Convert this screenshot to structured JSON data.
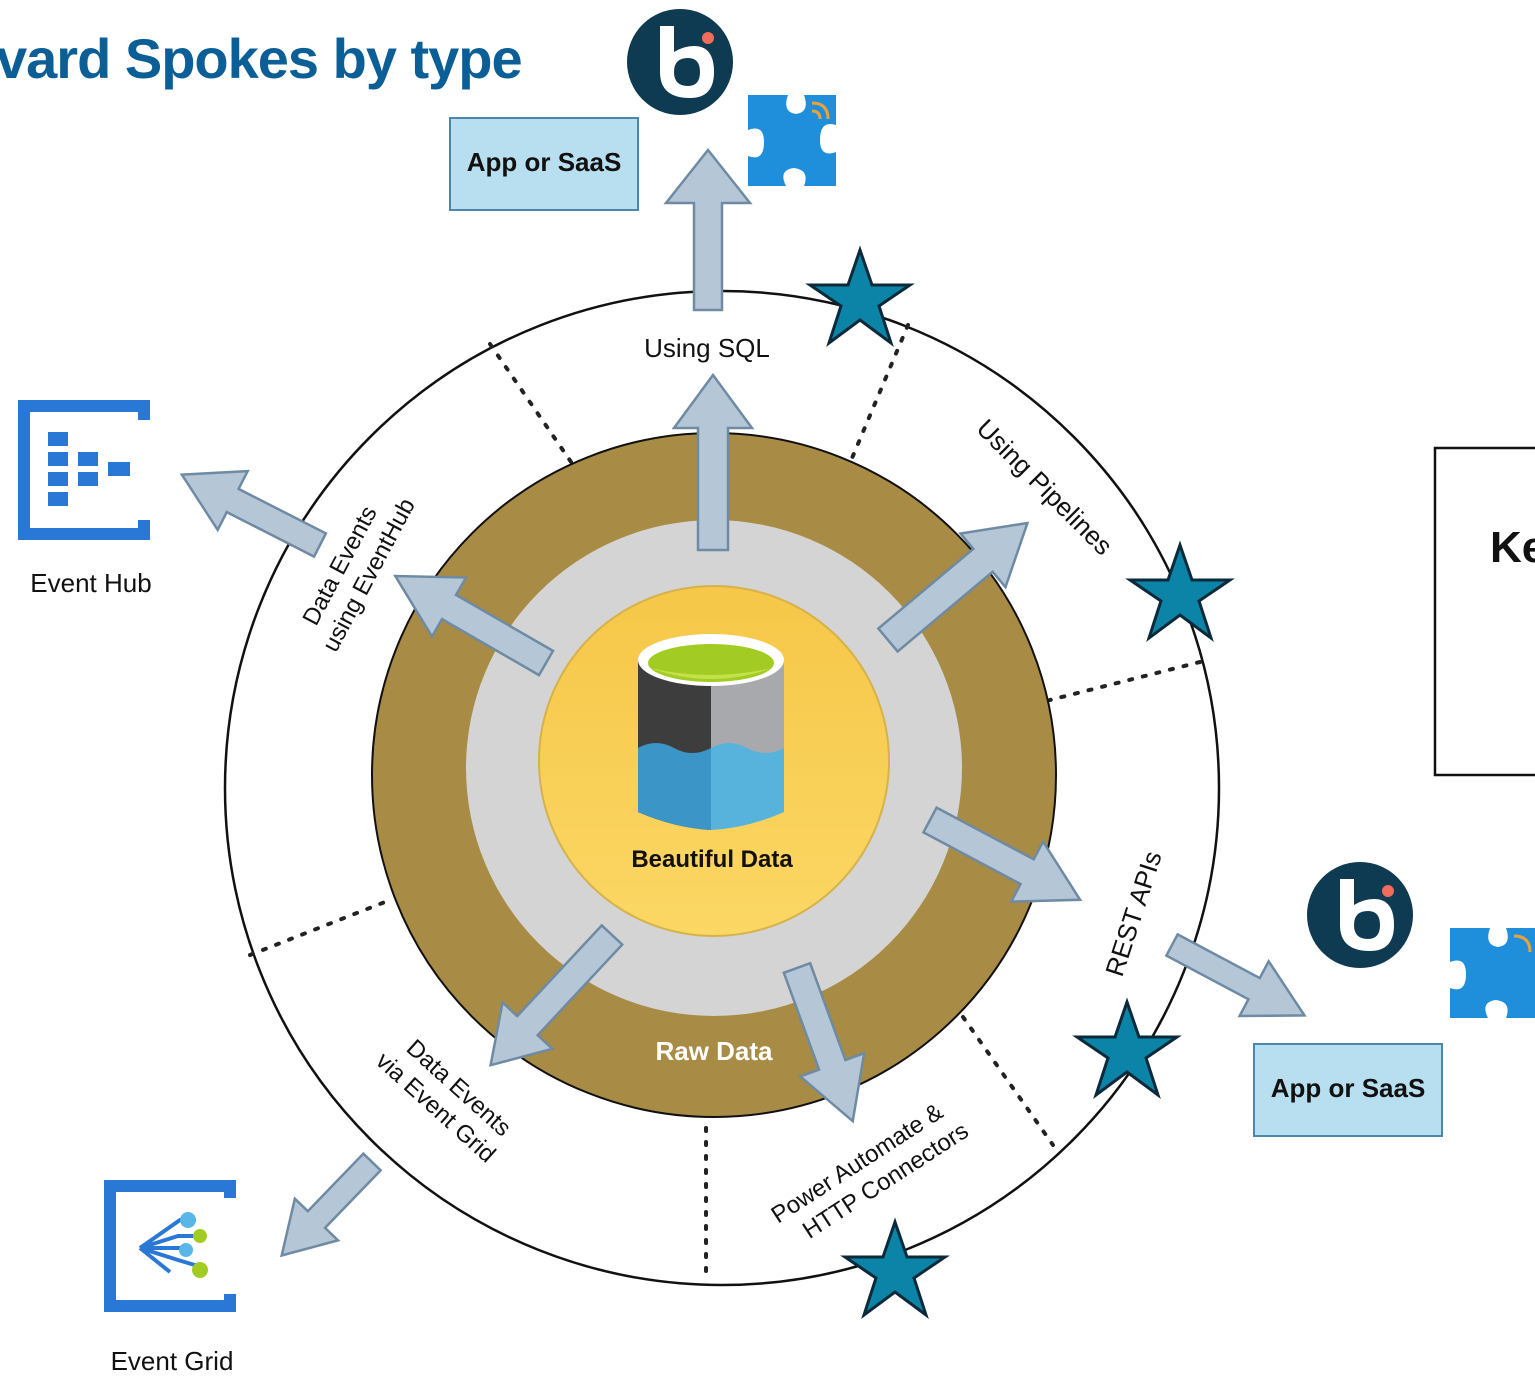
{
  "title": "vard Spokes by type",
  "rings": {
    "core_label": "Beautiful Data",
    "outer_label": "Raw Data"
  },
  "spokes": [
    {
      "id": "sql",
      "label": "Using SQL"
    },
    {
      "id": "pipelines",
      "label": "Using Pipelines"
    },
    {
      "id": "rest",
      "label": "REST APIs"
    },
    {
      "id": "power",
      "line1": "Power Automate &",
      "line2": "HTTP Connectors"
    },
    {
      "id": "eventgrid-spoke",
      "line1": "Data Events",
      "line2": "via Event Grid"
    },
    {
      "id": "eventhub-spoke",
      "line1": "Data Events",
      "line2": "using EventHub"
    }
  ],
  "targets": {
    "app_top": "App or SaaS",
    "app_right": "App or SaaS",
    "event_hub": "Event Hub",
    "event_grid": "Event Grid"
  },
  "key": {
    "label": "Ke"
  },
  "colors": {
    "title": "#0b5f96",
    "outer_ring": "#a88b45",
    "middle_ring": "#d4d4d4",
    "core": "#f8d05a",
    "arrow_fill": "#b5c7d6",
    "star_fill": "#0b84a8",
    "app_box": "#b8dff0",
    "boomi_circle": "#0e3a52",
    "puzzle": "#1f8fdb",
    "azure_blue": "#2a78d6"
  },
  "icons": [
    "boomi-logo-icon",
    "puzzle-connector-icon",
    "event-hub-icon",
    "event-grid-icon",
    "datalake-cylinder-icon",
    "star-icon"
  ]
}
